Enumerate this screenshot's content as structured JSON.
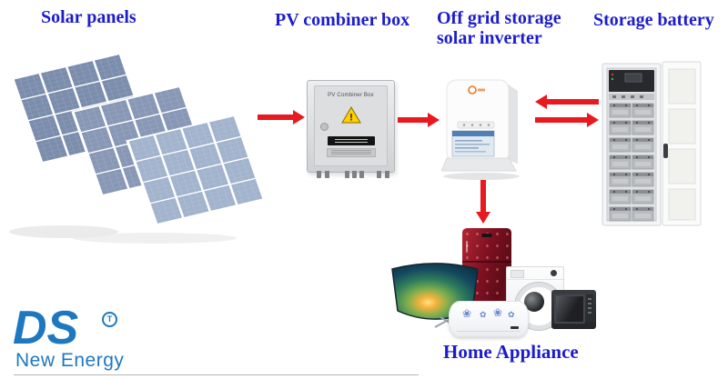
{
  "labels": {
    "solar_panels": "Solar panels",
    "pv_combiner_box": "PV combiner box",
    "inverter_line1": "Off grid storage",
    "inverter_line2": "solar inverter",
    "storage_battery": "Storage battery",
    "home_appliance": "Home Appliance"
  },
  "combiner_box": {
    "panel_label": "PV Combiner Box",
    "warning_glyph": "!"
  },
  "logo": {
    "name": "DS",
    "trademark": "T",
    "tagline": "New Energy"
  },
  "colors": {
    "label_text": "#1c1ccd",
    "arrow": "#e8191f",
    "logo": "#1e78c0"
  },
  "flow": [
    {
      "from": "solar-panels",
      "to": "pv-combiner-box",
      "direction": "right"
    },
    {
      "from": "pv-combiner-box",
      "to": "inverter",
      "direction": "right"
    },
    {
      "from": "storage-battery",
      "to": "inverter",
      "direction": "left"
    },
    {
      "from": "inverter",
      "to": "storage-battery",
      "direction": "right"
    },
    {
      "from": "inverter",
      "to": "home-appliance",
      "direction": "down"
    }
  ]
}
